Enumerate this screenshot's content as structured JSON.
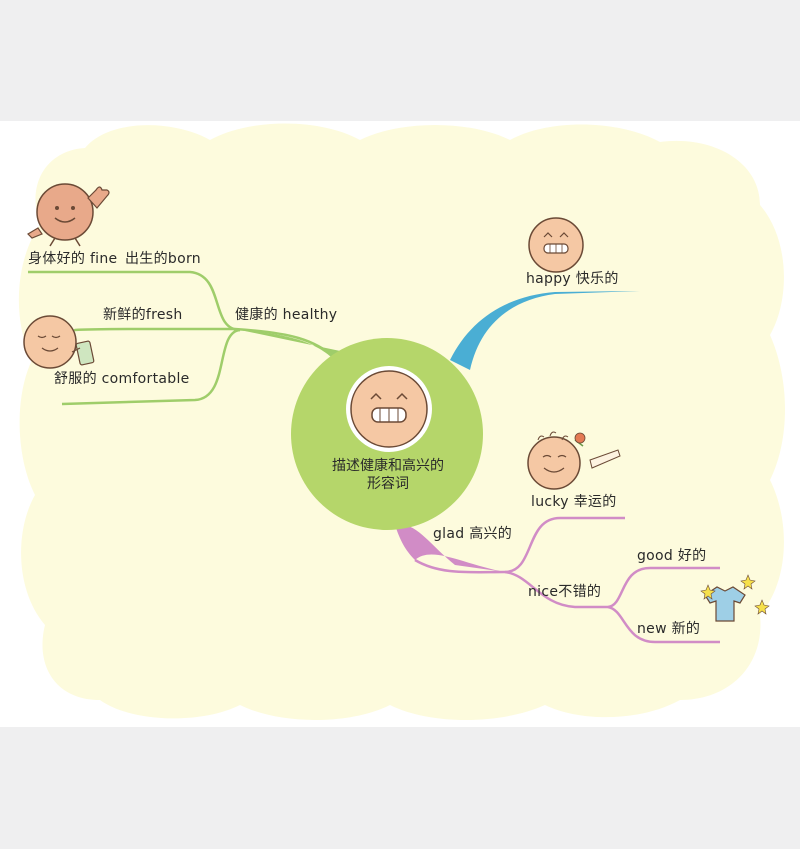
{
  "center": {
    "line1": "描述健康和高兴的",
    "line2": "形容词"
  },
  "branches": {
    "healthy": {
      "label": "健康的 healthy",
      "children": {
        "fine": "身体好的 fine",
        "born": "出生的born",
        "fresh": "新鲜的fresh",
        "comfortable": "舒服的 comfortable"
      }
    },
    "happy": {
      "label": "happy 快乐的"
    },
    "glad": {
      "label": "glad 高兴的",
      "children": {
        "lucky": "lucky 幸运的",
        "nice": "nice不错的",
        "good": "good 好的",
        "new": "new 新的"
      }
    }
  },
  "colors": {
    "background": "#fdfbdd",
    "center_fill": "#b5d66a",
    "healthy_branch": "#9fcd6a",
    "happy_branch": "#4aaed4",
    "glad_branch": "#d18cc6",
    "face_fill": "#f5c8a4",
    "face_outline": "#6b4a36"
  },
  "icons": [
    "thumbs-up-face-icon",
    "relaxed-face-with-drink-icon",
    "grinning-face-icon",
    "lucky-face-with-flower-icon",
    "shiny-shirt-icon"
  ]
}
